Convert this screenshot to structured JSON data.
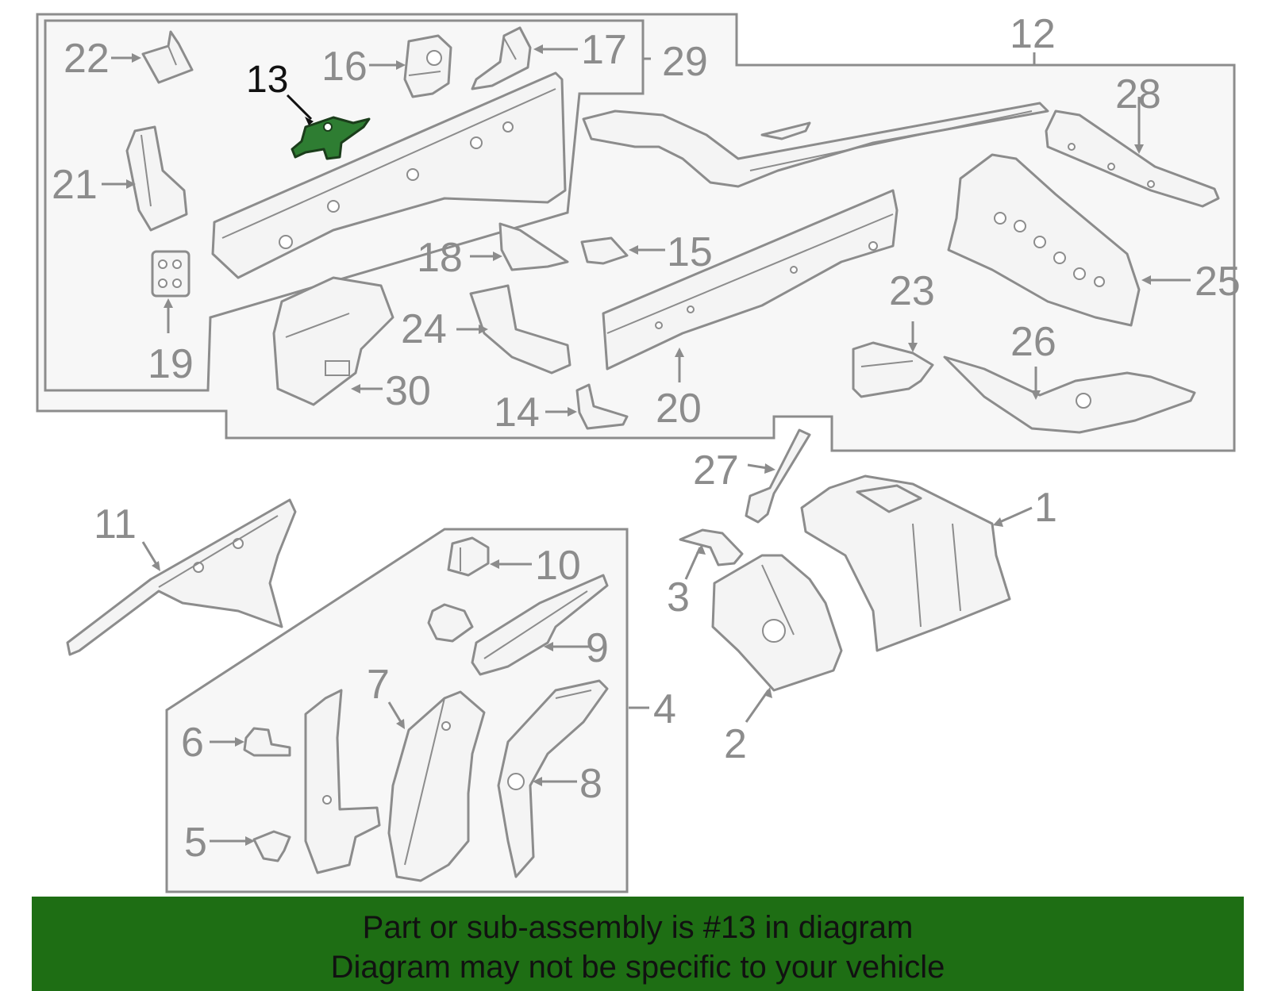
{
  "diagram": {
    "highlighted_part": "13",
    "highlight_color": "#2e7d32",
    "callouts": [
      "1",
      "2",
      "3",
      "4",
      "5",
      "6",
      "7",
      "8",
      "9",
      "10",
      "11",
      "12",
      "13",
      "14",
      "15",
      "16",
      "17",
      "18",
      "19",
      "20",
      "21",
      "22",
      "23",
      "24",
      "25",
      "26",
      "27",
      "28",
      "29",
      "30"
    ]
  },
  "banner": {
    "line1": "Part or sub-assembly is #13 in diagram",
    "line2": "Diagram may not be specific to your vehicle",
    "background": "#1e6e14"
  }
}
